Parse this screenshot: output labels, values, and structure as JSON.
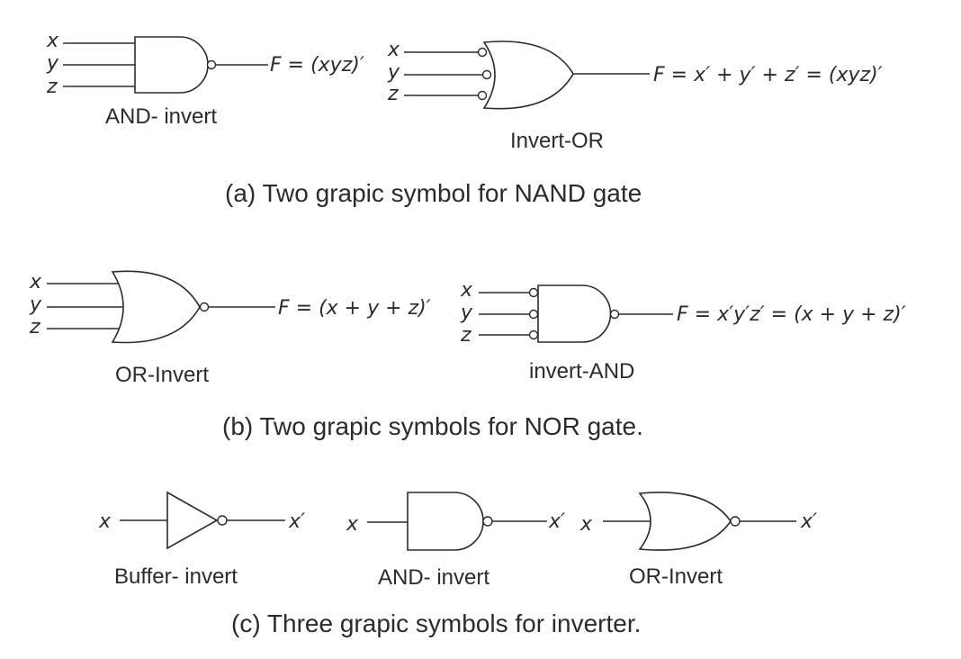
{
  "nand": {
    "caption": "(a) Two grapic symbol for NAND gate",
    "and_invert": {
      "label": "AND- invert",
      "inputs": [
        "x",
        "y",
        "z"
      ],
      "output": "F = (xyz)′"
    },
    "invert_or": {
      "label": "Invert-OR",
      "inputs": [
        "x",
        "y",
        "z"
      ],
      "output": "F = x′ + y′ + z′ = (xyz)′"
    }
  },
  "nor": {
    "caption": "(b) Two grapic symbols for NOR gate.",
    "or_invert": {
      "label": "OR-Invert",
      "inputs": [
        "x",
        "y",
        "z"
      ],
      "output": "F = (x + y + z)′"
    },
    "invert_and": {
      "label": "invert-AND",
      "inputs": [
        "x",
        "y",
        "z"
      ],
      "output": "F = x′y′z′ = (x + y + z)′"
    }
  },
  "inverter": {
    "caption": "(c) Three grapic symbols for inverter.",
    "buffer_invert": {
      "label": "Buffer- invert",
      "input": "x",
      "output": "x′"
    },
    "and_invert": {
      "label": "AND- invert",
      "input": "x",
      "output": "x′"
    },
    "or_invert": {
      "label": "OR-Invert",
      "input": "x",
      "output": "x′"
    }
  }
}
